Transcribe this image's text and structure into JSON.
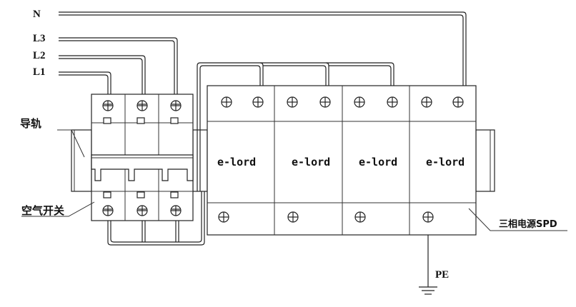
{
  "wires": {
    "n": "N",
    "l3": "L3",
    "l2": "L2",
    "l1": "L1",
    "pe": "PE"
  },
  "labels": {
    "din_rail": "导轨",
    "breaker": "空气开关",
    "spd": "三相电源SPD"
  },
  "spd_modules": [
    {
      "brand": "e-lord"
    },
    {
      "brand": "e-lord"
    },
    {
      "brand": "e-lord"
    },
    {
      "brand": "e-lord"
    }
  ]
}
